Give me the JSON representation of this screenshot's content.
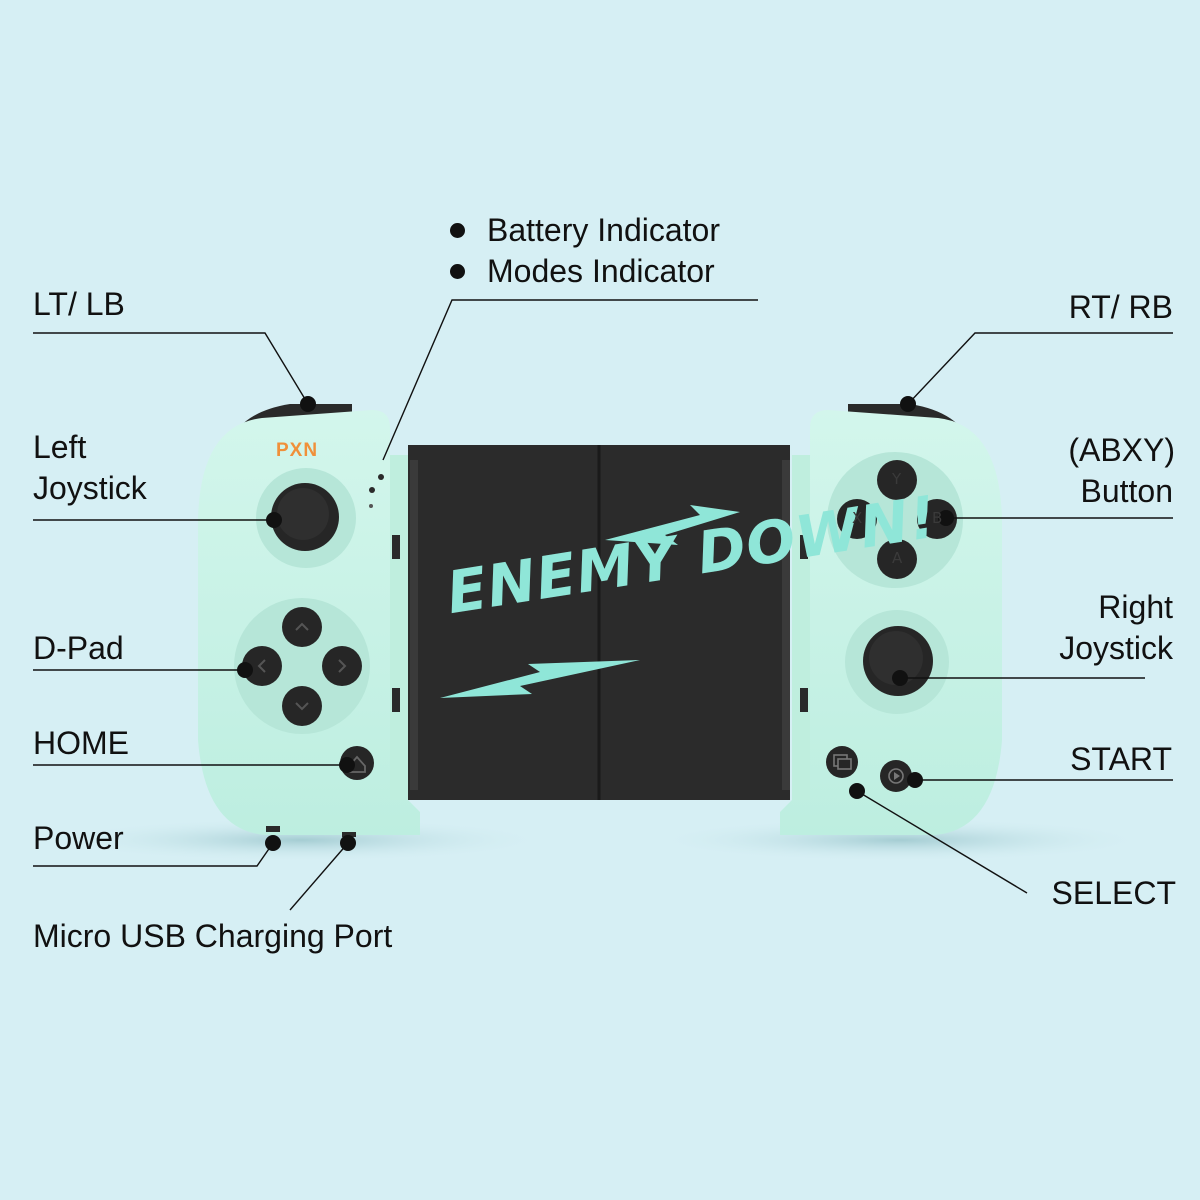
{
  "indicators": [
    "Battery Indicator",
    "Modes Indicator"
  ],
  "labels": {
    "lt_lb": "LT/ LB",
    "left_joystick_1": "Left",
    "left_joystick_2": "Joystick",
    "dpad": "D-Pad",
    "home": "HOME",
    "power": "Power",
    "micro_usb": "Micro USB Charging Port",
    "rt_rb": "RT/ RB",
    "abxy_1": "(ABXY)",
    "abxy_2": "Button",
    "right_joystick_1": "Right",
    "right_joystick_2": "Joystick",
    "start": "START",
    "select": "SELECT"
  },
  "device": {
    "logo": "PXN",
    "screen_text": "ENEMY DOWN!",
    "face_buttons": [
      "Y",
      "X",
      "B",
      "A"
    ],
    "colors": {
      "body": "#c9f2e6",
      "screen": "#2b2b2b",
      "accent": "#8fe6d8",
      "logo": "#f0903a",
      "background": "#d6eff4"
    }
  },
  "icons": [
    "battery-dot",
    "home-icon",
    "select-icon",
    "start-icon",
    "chevron-icon",
    "lightning-icon"
  ]
}
